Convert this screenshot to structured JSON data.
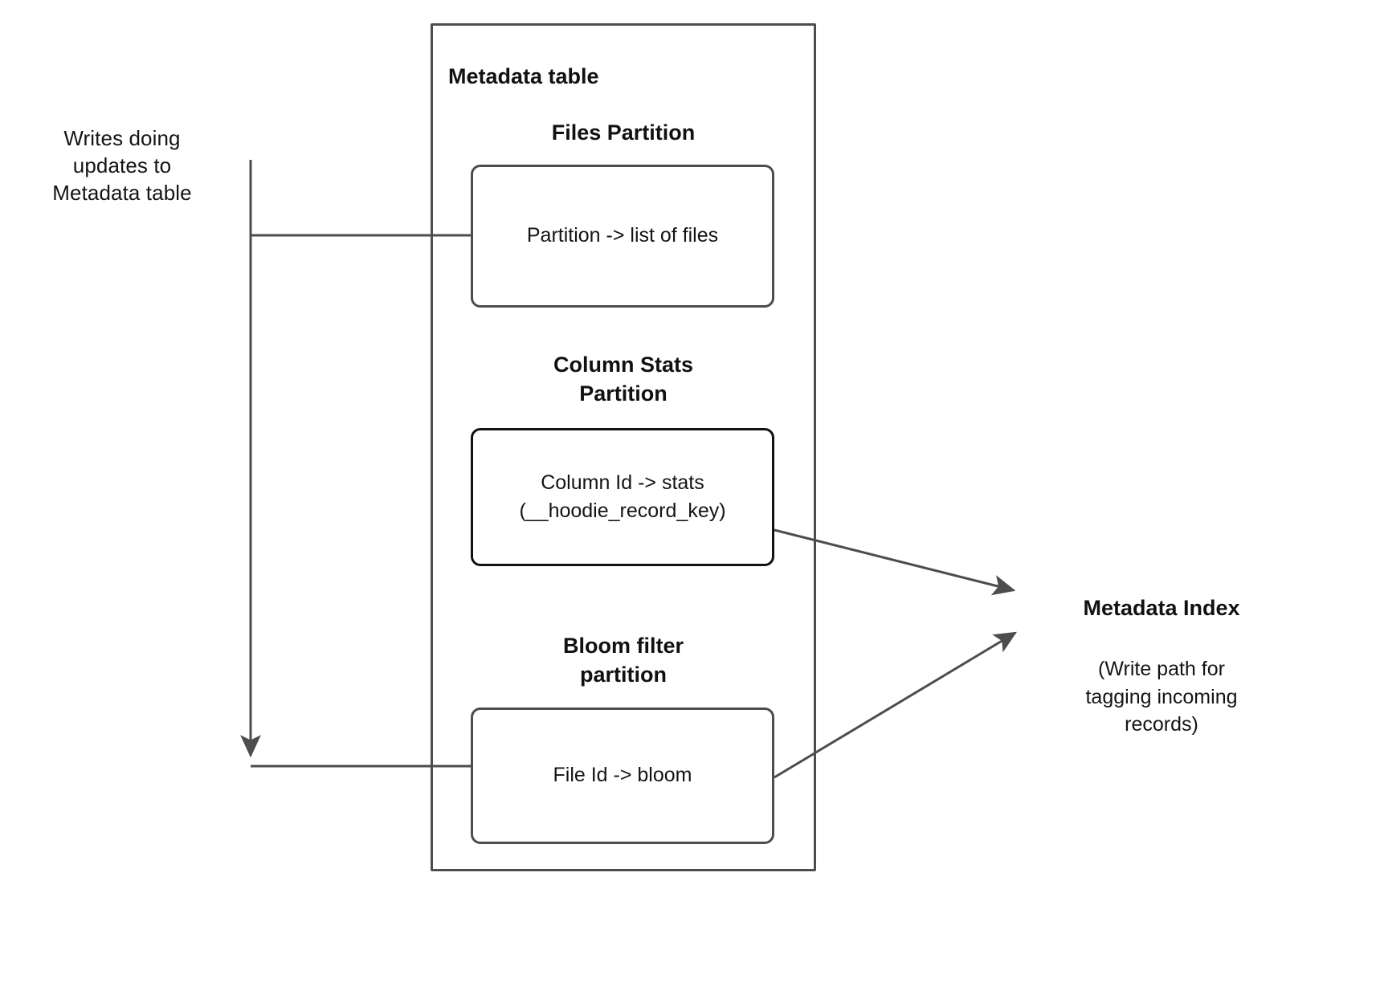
{
  "diagram": {
    "title": "Metadata table",
    "left_annotation": "Writes doing\nupdates to\nMetadata table",
    "partitions": [
      {
        "heading": "Files Partition",
        "box_text": "Partition -> list of files"
      },
      {
        "heading": "Column Stats\nPartition",
        "box_text": "Column Id  -> stats\n(__hoodie_record_key)"
      },
      {
        "heading": "Bloom filter\npartition",
        "box_text": "File Id -> bloom"
      }
    ],
    "right": {
      "title": "Metadata Index",
      "note": "(Write path for\ntagging incoming\nrecords)"
    },
    "colors": {
      "stroke": "#4d4d4d",
      "stroke_dark": "#111111",
      "text": "#141414",
      "background": "#ffffff"
    }
  }
}
